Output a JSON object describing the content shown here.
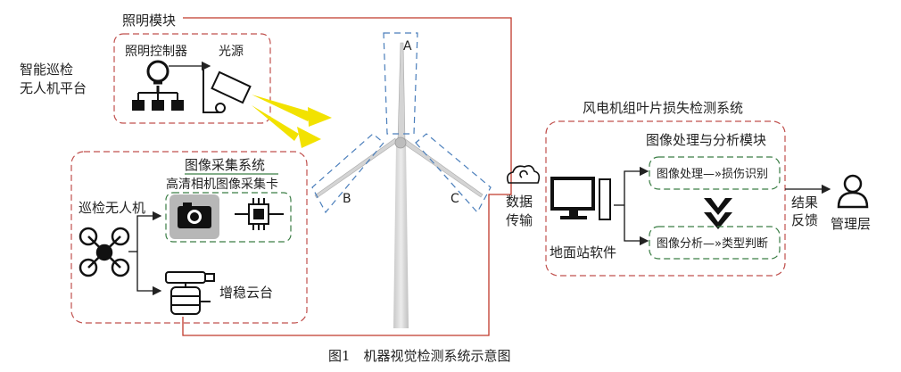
{
  "labels": {
    "lighting_module": "照明模块",
    "platform_line1": "智能巡检",
    "platform_line2": "无人机平台",
    "light_controller": "照明控制器",
    "light_source": "光源",
    "image_acq_system": "图像采集系统",
    "hd_camera_card": "高清相机图像采集卡",
    "inspection_drone": "巡检无人机",
    "gimbal": "增稳云台",
    "blade_a": "A",
    "blade_b": "B",
    "blade_c": "C",
    "detection_system": "风电机组叶片损失检测系统",
    "image_proc_module": "图像处理与分析模块",
    "data_line1": "数据",
    "data_line2": "传输",
    "ground_station": "地面站软件",
    "proc_box": "图像处理—»损伤识别",
    "analysis_box": "图像分析—»类型判断",
    "result_line1": "结果",
    "result_line2": "反馈",
    "management": "管理层",
    "caption": "图1　机器视觉检测系统示意图"
  },
  "colors": {
    "red_dash": "#c0504d",
    "red_line": "#c0392b",
    "blue_dash": "#4a7ebb",
    "green_dash": "#3a7d44",
    "yellow_beam": "#f2e200",
    "turbine": "#d9d9d9"
  }
}
